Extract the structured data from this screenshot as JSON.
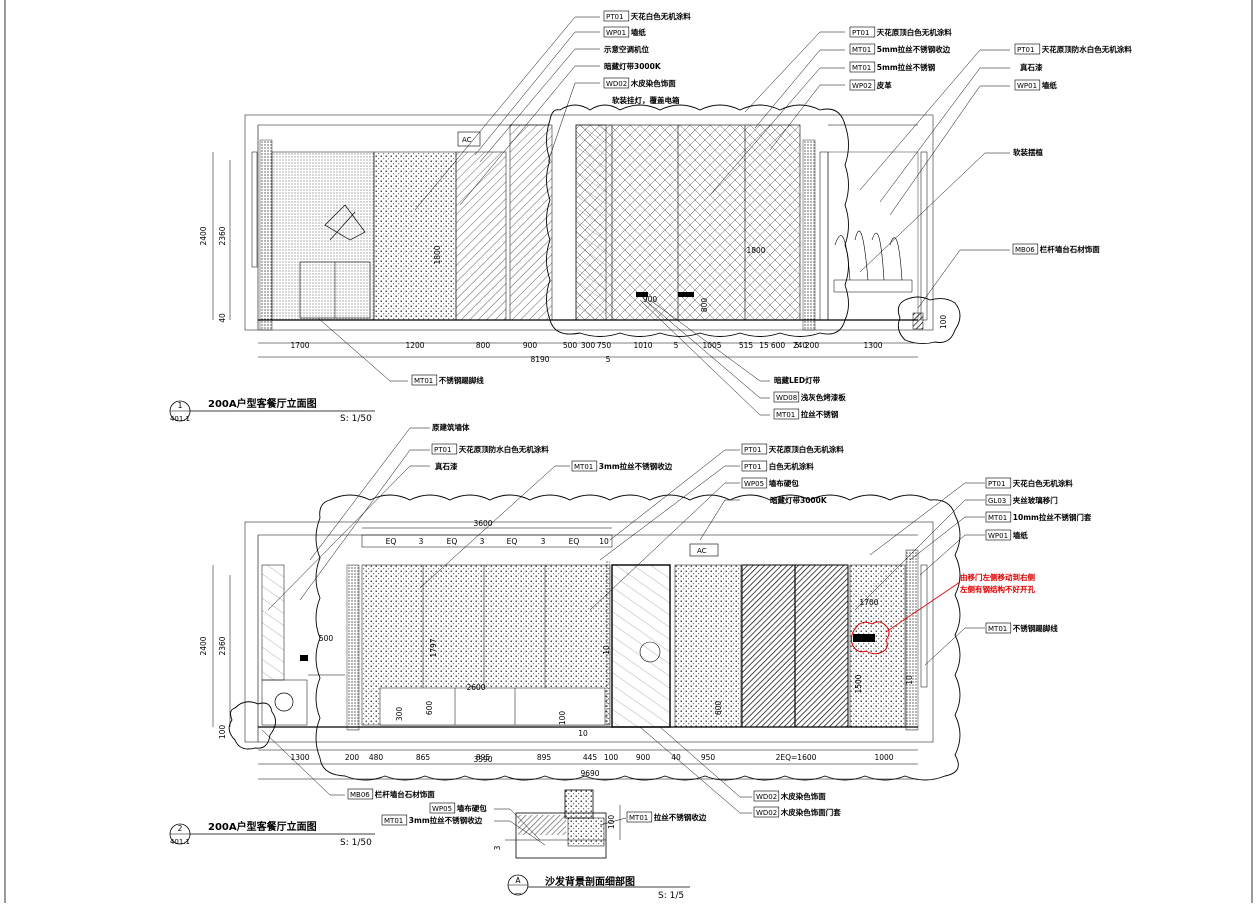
{
  "drawing1": {
    "title": "200A户型客餐厅立面图",
    "scale": "S: 1/50",
    "badge_top": "1",
    "badge_bottom": "401.1",
    "callouts": [
      {
        "code": "PT01",
        "text": "天花白色无机涂料"
      },
      {
        "code": "WP01",
        "text": "墙纸"
      },
      {
        "code": "",
        "text": "示意空调机位"
      },
      {
        "code": "",
        "text": "暗藏灯带3000K"
      },
      {
        "code": "WD02",
        "text": "木皮染色饰面"
      },
      {
        "code": "",
        "text": "软装挂灯，覆盖电箱"
      },
      {
        "code": "PT01",
        "text": "天花原顶白色无机涂料"
      },
      {
        "code": "MT01",
        "text": "5mm拉丝不锈钢收边"
      },
      {
        "code": "MT01",
        "text": "5mm拉丝不锈钢"
      },
      {
        "code": "WP02",
        "text": "皮革"
      },
      {
        "code": "PT01",
        "text": "天花原顶防水白色无机涂料"
      },
      {
        "code": "",
        "text": "真石漆"
      },
      {
        "code": "WP01",
        "text": "墙纸"
      },
      {
        "code": "",
        "text": "软装摆植"
      },
      {
        "code": "MB06",
        "text": "栏杆墙台石材饰面"
      },
      {
        "code": "MT01",
        "text": "不锈钢踢脚线"
      },
      {
        "code": "",
        "text": "暗藏LED灯带"
      },
      {
        "code": "WD08",
        "text": "浅灰色烤漆板"
      },
      {
        "code": "MT01",
        "text": "拉丝不锈钢"
      }
    ],
    "dims_bottom": [
      "1700",
      "1200",
      "800",
      "900",
      "500",
      "300",
      "750",
      "1010",
      "5",
      "1005",
      "515",
      "15",
      "600",
      "5",
      "240",
      "200",
      "1300"
    ],
    "total": "8190",
    "sub_total": "5",
    "heights": [
      "2400",
      "2360",
      "40"
    ],
    "inner_dims": [
      "1800",
      "900",
      "1800",
      "800"
    ],
    "side_dim": "100"
  },
  "drawing2": {
    "title": "200A户型客餐厅立面图",
    "scale": "S: 1/50",
    "badge_top": "2",
    "badge_bottom": "401.1",
    "callouts": [
      {
        "code": "",
        "text": "原建筑墙体"
      },
      {
        "code": "PT01",
        "text": "天花原顶防水白色无机涂料"
      },
      {
        "code": "",
        "text": "真石漆"
      },
      {
        "code": "MT01",
        "text": "3mm拉丝不锈钢收边"
      },
      {
        "code": "PT01",
        "text": "天花原顶白色无机涂料"
      },
      {
        "code": "PT01",
        "text": "白色无机涂料"
      },
      {
        "code": "WP05",
        "text": "墙布硬包"
      },
      {
        "code": "",
        "text": "暗藏灯带3000K"
      },
      {
        "code": "PT01",
        "text": "天花白色无机涂料"
      },
      {
        "code": "GL03",
        "text": "夹丝玻璃移门"
      },
      {
        "code": "MT01",
        "text": "10mm拉丝不锈钢门套"
      },
      {
        "code": "WP01",
        "text": "墙纸"
      },
      {
        "code": "MT01",
        "text": "不锈钢踢脚线"
      },
      {
        "code": "MB06",
        "text": "栏杆墙台石材饰面"
      },
      {
        "code": "WD02",
        "text": "木皮染色饰面"
      },
      {
        "code": "WD02",
        "text": "木皮染色饰面门套"
      }
    ],
    "red_note_line1": "由移门左侧移动到右侧",
    "red_note_line2": "左侧有钢结构不好开孔",
    "top_dims": [
      "EQ",
      "3",
      "EQ",
      "3",
      "EQ",
      "3",
      "EQ",
      "10"
    ],
    "top_total": "3600",
    "dims_bottom": [
      "1300",
      "200",
      "480",
      "865",
      "895",
      "895",
      "445",
      "100",
      "900",
      "40",
      "950",
      "2EQ=1600",
      "1000"
    ],
    "sub_total": "3590",
    "total": "9690",
    "heights": [
      "2400",
      "2360",
      "100"
    ],
    "inner_dims": [
      "500",
      "1797",
      "2600",
      "600",
      "300",
      "100",
      "10",
      "10",
      "1500",
      "600",
      "1700",
      "10"
    ]
  },
  "detail": {
    "title": "沙发背景剖面细部图",
    "scale": "S: 1/5",
    "badge_top": "A",
    "badge_bottom": "—",
    "callouts": [
      {
        "code": "WP05",
        "text": "墙布硬包"
      },
      {
        "code": "MT01",
        "text": "3mm拉丝不锈钢收边"
      },
      {
        "code": "MT01",
        "text": "拉丝不锈钢收边"
      }
    ],
    "dims": [
      "100",
      "3"
    ]
  },
  "colors": {
    "line": "#000000",
    "note": "#e00000",
    "paper": "#ffffff"
  }
}
